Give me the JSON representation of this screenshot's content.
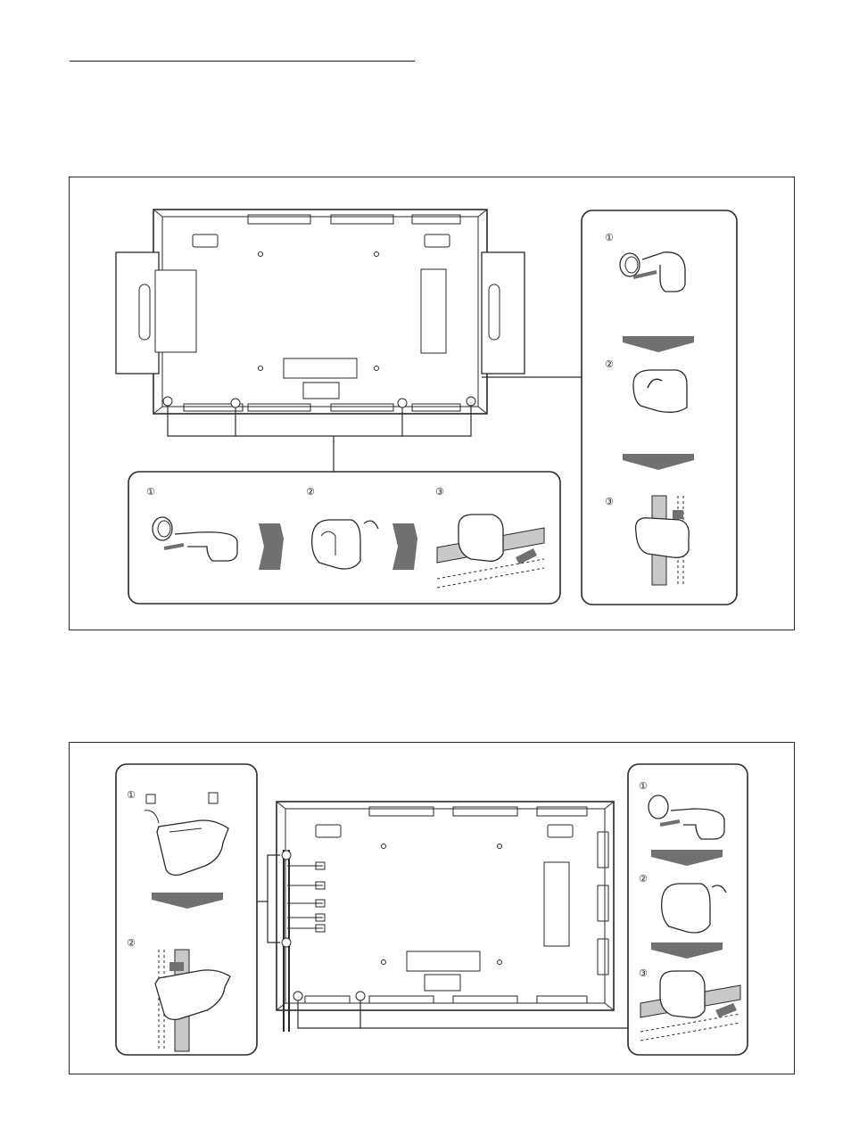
{
  "page": {
    "step_markers": [
      "①",
      "②",
      "③"
    ]
  },
  "colors": {
    "line": "#2a2a2a",
    "cable_fill": "#c8c8c8",
    "arrow_fill": "#707070",
    "panel_fill": "#ffffff"
  },
  "icons": {
    "clamp": "cable-clamp-icon",
    "arrow": "direction-arrow-icon",
    "monitor": "monitor-rear-icon"
  }
}
